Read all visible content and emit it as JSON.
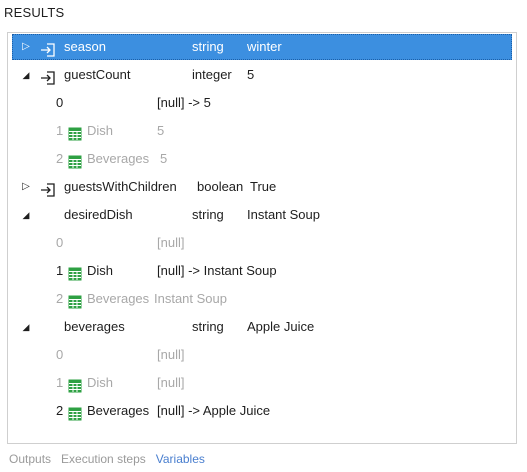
{
  "title": "RESULTS",
  "variables": [
    {
      "name": "season",
      "type": "string",
      "value": "winter",
      "expanded": false,
      "selected": true,
      "icon": "variable-enter-icon",
      "children": []
    },
    {
      "name": "guestCount",
      "type": "integer",
      "value": "5",
      "expanded": true,
      "selected": false,
      "icon": "variable-enter-icon",
      "children": [
        {
          "index": "0",
          "condition": "",
          "value": "[null] -> 5",
          "dim": false,
          "has_icon": false
        },
        {
          "index": "1",
          "condition": "Dish",
          "value": "5",
          "dim": true,
          "has_icon": true
        },
        {
          "index": "2",
          "condition": "Beverages",
          "value": "5",
          "dim": true,
          "has_icon": true
        }
      ]
    },
    {
      "name": "guestsWithChildren",
      "type": "boolean",
      "value": "True",
      "expanded": false,
      "selected": false,
      "icon": "variable-enter-icon",
      "children": []
    },
    {
      "name": "desiredDish",
      "type": "string",
      "value": "Instant Soup",
      "expanded": true,
      "selected": false,
      "icon": "",
      "children": [
        {
          "index": "0",
          "condition": "",
          "value": "[null]",
          "dim": true,
          "has_icon": false
        },
        {
          "index": "1",
          "condition": "Dish",
          "value": "[null] -> Instant Soup",
          "dim": false,
          "has_icon": true
        },
        {
          "index": "2",
          "condition": "Beverages",
          "value": "Instant Soup",
          "dim": true,
          "has_icon": true
        }
      ]
    },
    {
      "name": "beverages",
      "type": "string",
      "value": "Apple Juice",
      "expanded": true,
      "selected": false,
      "icon": "",
      "children": [
        {
          "index": "0",
          "condition": "",
          "value": "[null]",
          "dim": true,
          "has_icon": false
        },
        {
          "index": "1",
          "condition": "Dish",
          "value": "[null]",
          "dim": true,
          "has_icon": true
        },
        {
          "index": "2",
          "condition": "Beverages",
          "value": "[null] -> Apple Juice",
          "dim": false,
          "has_icon": true
        }
      ]
    }
  ],
  "tabs": [
    {
      "label": "Outputs",
      "active": false
    },
    {
      "label": "Execution steps",
      "active": false
    },
    {
      "label": "Variables",
      "active": true
    }
  ],
  "colors": {
    "selected_bg": "#3c8fe0",
    "dim_text": "#a8a8a8",
    "table_icon": "#2ea043",
    "active_tab": "#4a7fcf"
  }
}
